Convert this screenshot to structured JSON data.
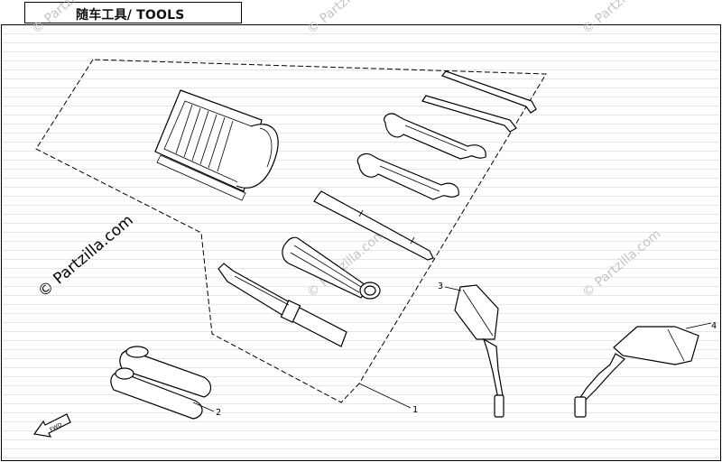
{
  "title": "随车工具/ TOOLS",
  "callouts": [
    "1",
    "2",
    "3",
    "4"
  ],
  "watermark": "© Partzilla.com",
  "fwd_arrow_label": "FWD",
  "colors": {
    "line": "#000000",
    "watermark": "#c4c4c4",
    "background": "#ffffff"
  }
}
